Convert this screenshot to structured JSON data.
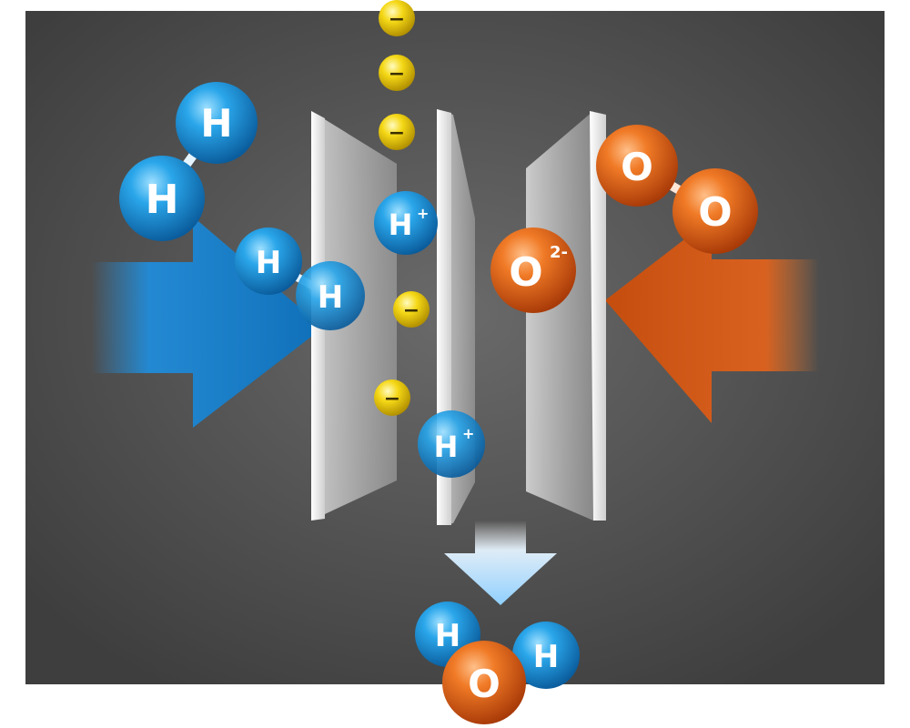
{
  "diagram": {
    "colors": {
      "background": "#5a5a5a",
      "hydrogen": "#1a8fd8",
      "oxygen": "#e8631a",
      "electron": "#f2d20f",
      "membrane": "#b8b8b8"
    },
    "labels": {
      "hydrogen_atom": "H",
      "oxygen_atom": "O",
      "proton": "H",
      "proton_charge": "+",
      "oxide_ion": "O",
      "oxide_charge": "2-",
      "electron": "−"
    },
    "icons": {
      "hydrogen_inlet": "arrow-right-icon",
      "oxygen_inlet": "arrow-left-icon",
      "water_outlet": "arrow-down-icon"
    }
  }
}
